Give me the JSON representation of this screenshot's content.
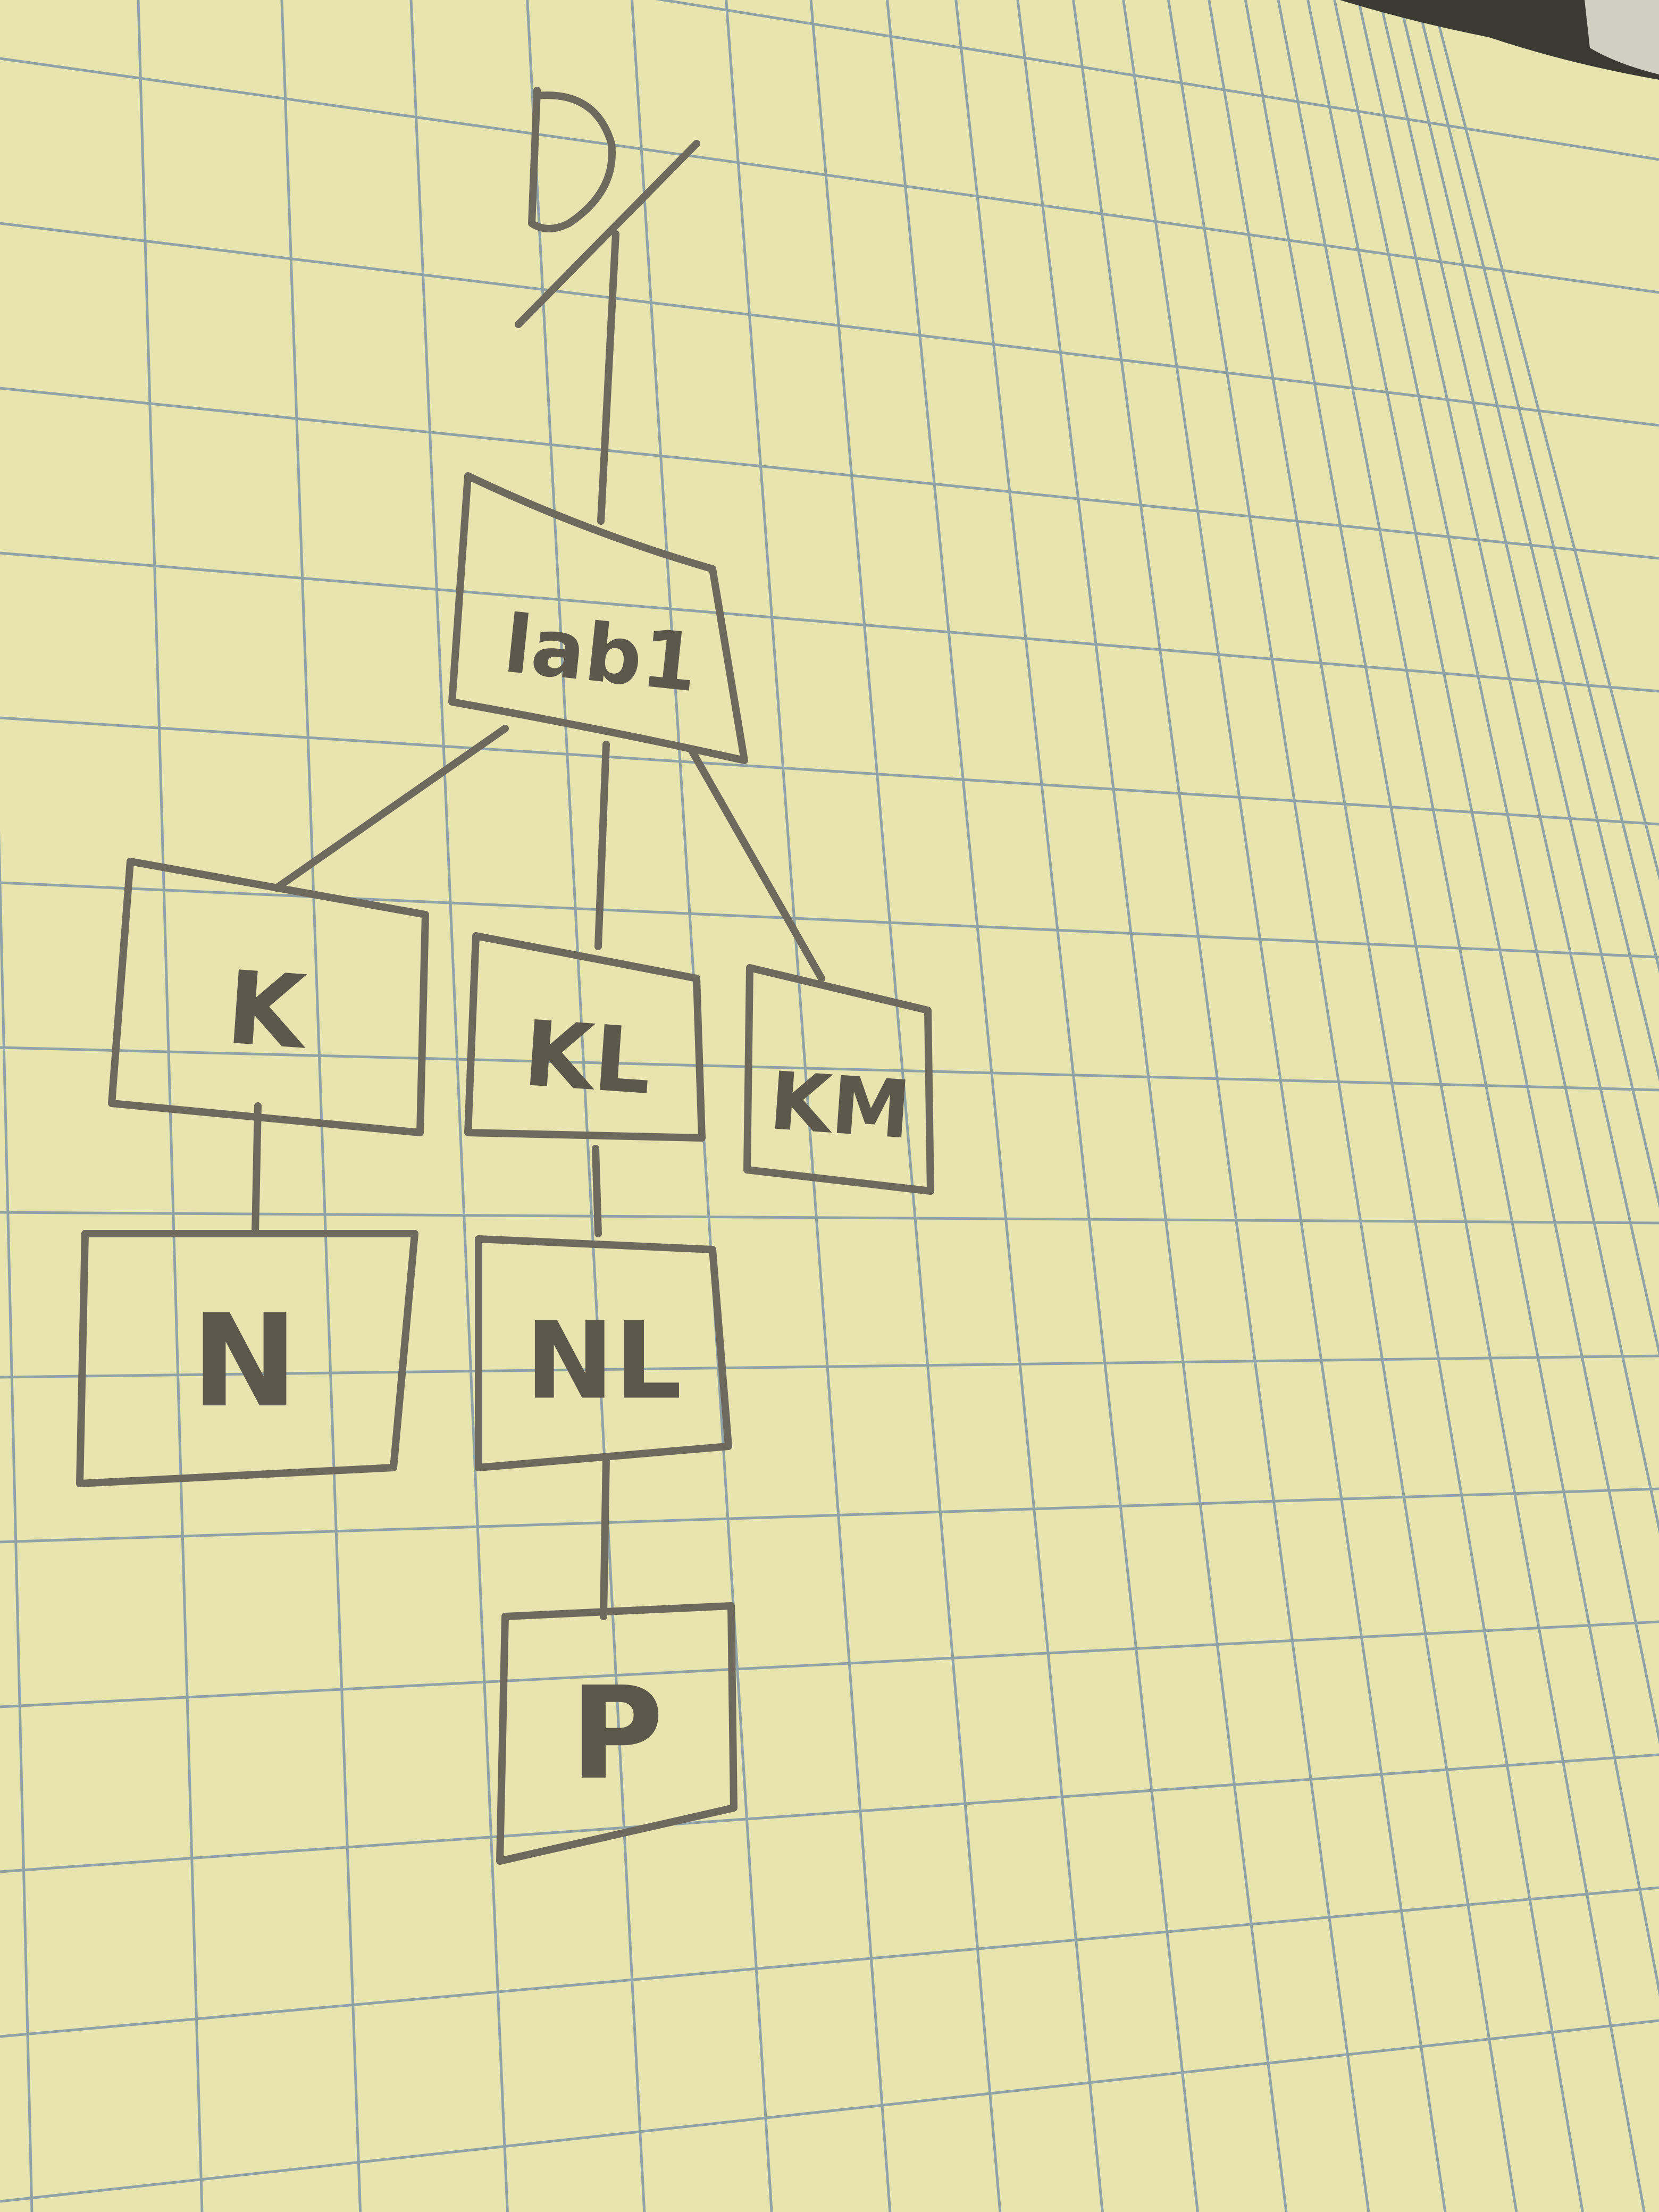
{
  "diagram": {
    "root": {
      "label": "D",
      "note": "crossed out"
    },
    "nodes": {
      "lab1": "lab1",
      "k": "K",
      "kl": "KL",
      "km": "KM",
      "n": "N",
      "nl": "NL",
      "p": "P"
    },
    "edges": [
      [
        "D",
        "lab1"
      ],
      [
        "lab1",
        "K"
      ],
      [
        "lab1",
        "KL"
      ],
      [
        "lab1",
        "KM"
      ],
      [
        "K",
        "N"
      ],
      [
        "KL",
        "NL"
      ],
      [
        "NL",
        "P"
      ]
    ],
    "colors": {
      "paper": "#e7e4b0",
      "grid": "#8fa3a6",
      "pencil": "#6f685c"
    }
  }
}
